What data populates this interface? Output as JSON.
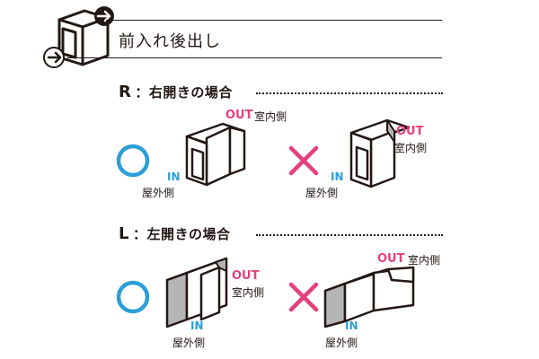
{
  "header": {
    "title": "前入れ後出し",
    "icon": "cabinet-arrows-icon"
  },
  "sections": [
    {
      "key": "R",
      "title": "：右開きの場合",
      "correct": {
        "symbol": "◯",
        "in_label": "IN",
        "in_text": "屋外側",
        "out_label": "OUT",
        "out_text": "室内側"
      },
      "incorrect": {
        "symbol": "×",
        "in_label": "IN",
        "in_text": "屋外側",
        "out_label": "OUT",
        "out_text": "室内側"
      }
    },
    {
      "key": "L",
      "title": "：左開きの場合",
      "correct": {
        "symbol": "◯",
        "in_label": "IN",
        "in_text": "屋外側",
        "out_label": "OUT",
        "out_text": "室内側"
      },
      "incorrect": {
        "symbol": "×",
        "in_label": "IN",
        "in_text": "屋外側",
        "out_label": "OUT",
        "out_text": "室内側"
      }
    }
  ],
  "colors": {
    "in": "#2a9fd8",
    "out": "#e4407e",
    "correct": "#2a9fd8",
    "incorrect": "#e4407e",
    "shade": "#b5b5b5"
  }
}
